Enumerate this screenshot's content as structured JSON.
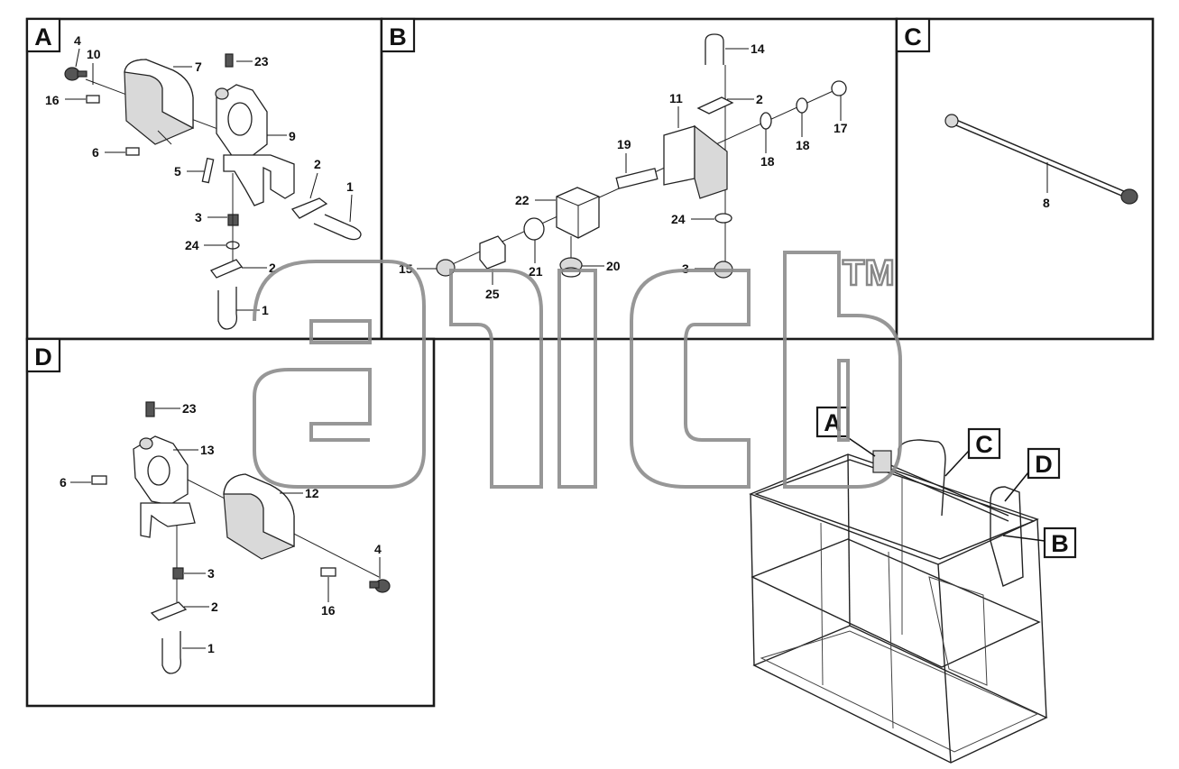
{
  "panels": {
    "A": {
      "label": "A",
      "callouts": [
        "4",
        "10",
        "7",
        "23",
        "16",
        "9",
        "6",
        "5",
        "2",
        "1",
        "3",
        "24",
        "2",
        "1"
      ]
    },
    "B": {
      "label": "B",
      "callouts": [
        "14",
        "11",
        "2",
        "17",
        "19",
        "18",
        "18",
        "22",
        "24",
        "15",
        "21",
        "20",
        "3",
        "25"
      ]
    },
    "C": {
      "label": "C",
      "callouts": [
        "8"
      ]
    },
    "D": {
      "label": "D",
      "callouts": [
        "23",
        "13",
        "6",
        "12",
        "3",
        "4",
        "2",
        "16",
        "1"
      ]
    }
  },
  "basket_tags": [
    "A",
    "C",
    "D",
    "B"
  ],
  "watermark": {
    "tm": "TM"
  },
  "colors": {
    "line": "#1a1a1a",
    "watermark": "#8c8c8c",
    "background": "#ffffff"
  }
}
